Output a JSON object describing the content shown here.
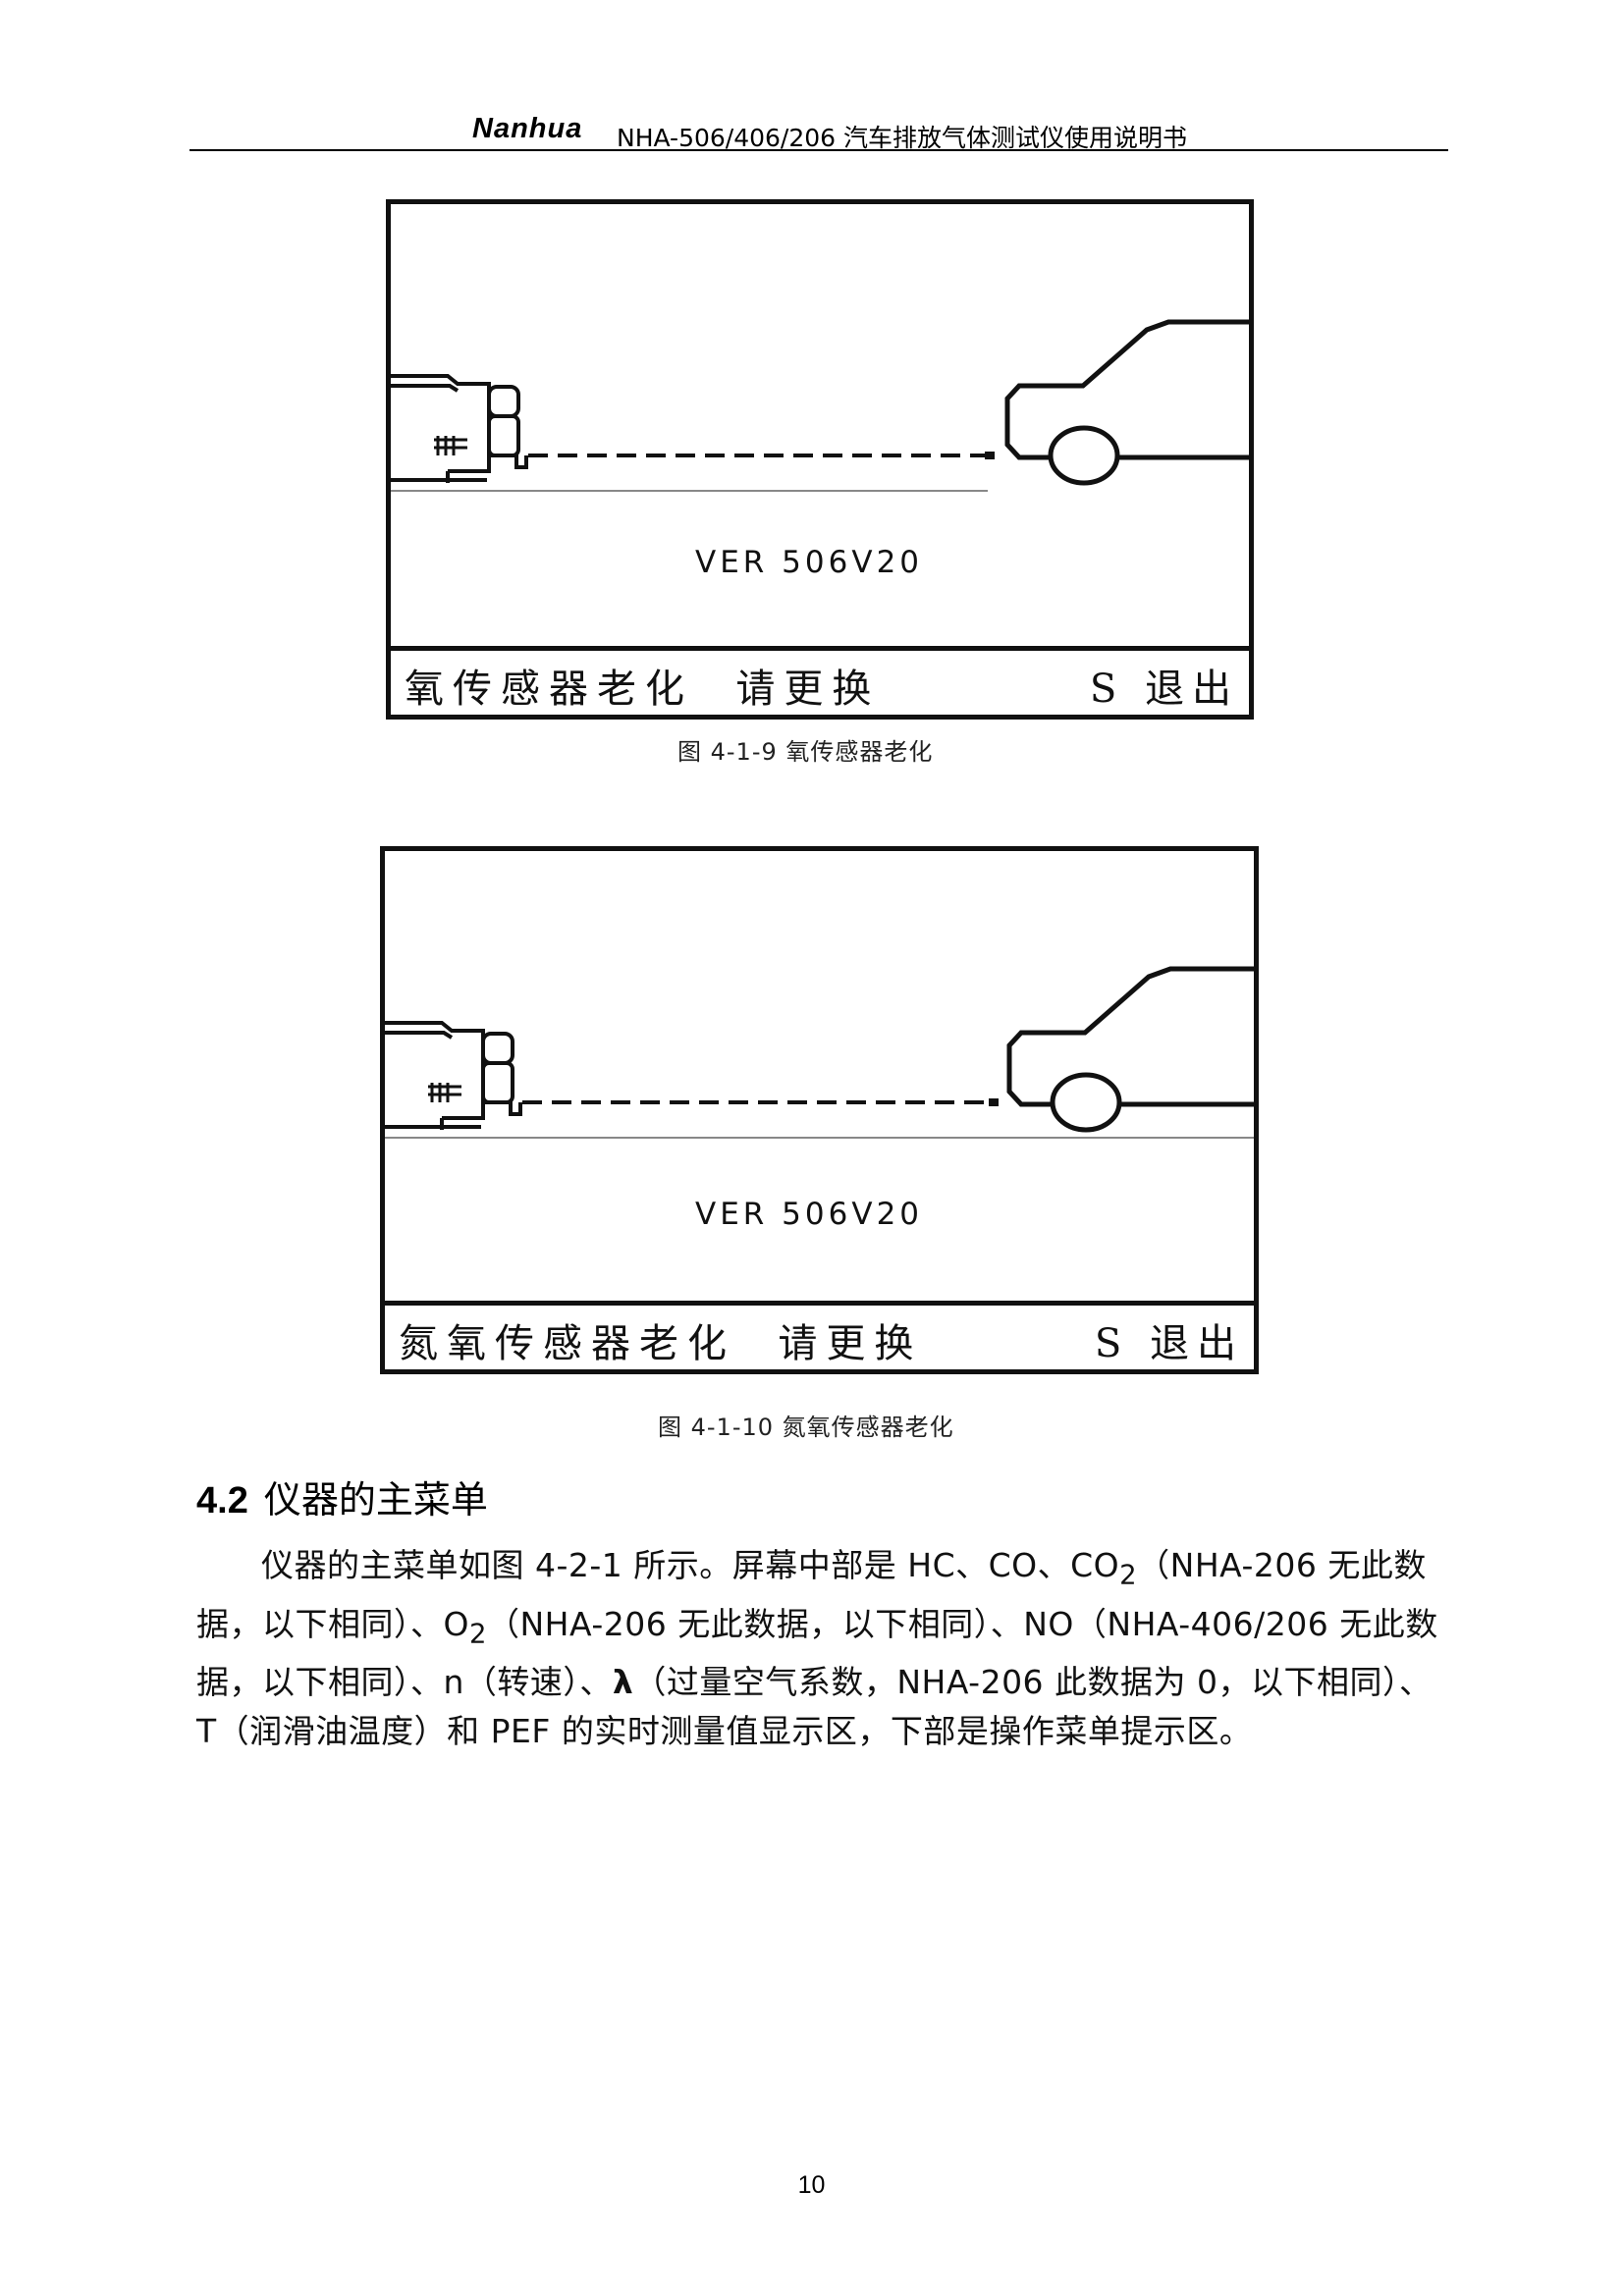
{
  "header": {
    "logo": "Nanhua",
    "title": "NHA-506/406/206 汽车排放气体测试仪使用说明书"
  },
  "figures": [
    {
      "version": "VER  506V20",
      "message": "氧传感器老化  请更换",
      "exit": "S 退出",
      "caption": "图 4-1-9  氧传感器老化"
    },
    {
      "version": "VER  506V20",
      "message": "氮氧传感器老化  请更换",
      "exit": "S 退出",
      "caption": "图 4-1-10  氮氧传感器老化"
    }
  ],
  "section": {
    "number": "4.2",
    "title": "仪器的主菜单"
  },
  "paragraph": {
    "part1": "仪器的主菜单如图 4-2-1 所示。屏幕中部是 HC、CO、CO",
    "sub1": "2",
    "part2": "（NHA-206 无此数据，以下相同）、O",
    "sub2": "2",
    "part3": "（NHA-206 无此数据，以下相同）、NO（NHA-406/206 无此数据，以下相同）、n（转速）、",
    "lambda": "λ",
    "part4": "（过量空气系数，NHA-206 此数据为 0，以下相同）、T（润滑油温度）和 PEF 的实时测量值显示区，下部是操作菜单提示区。"
  },
  "page_number": "10"
}
